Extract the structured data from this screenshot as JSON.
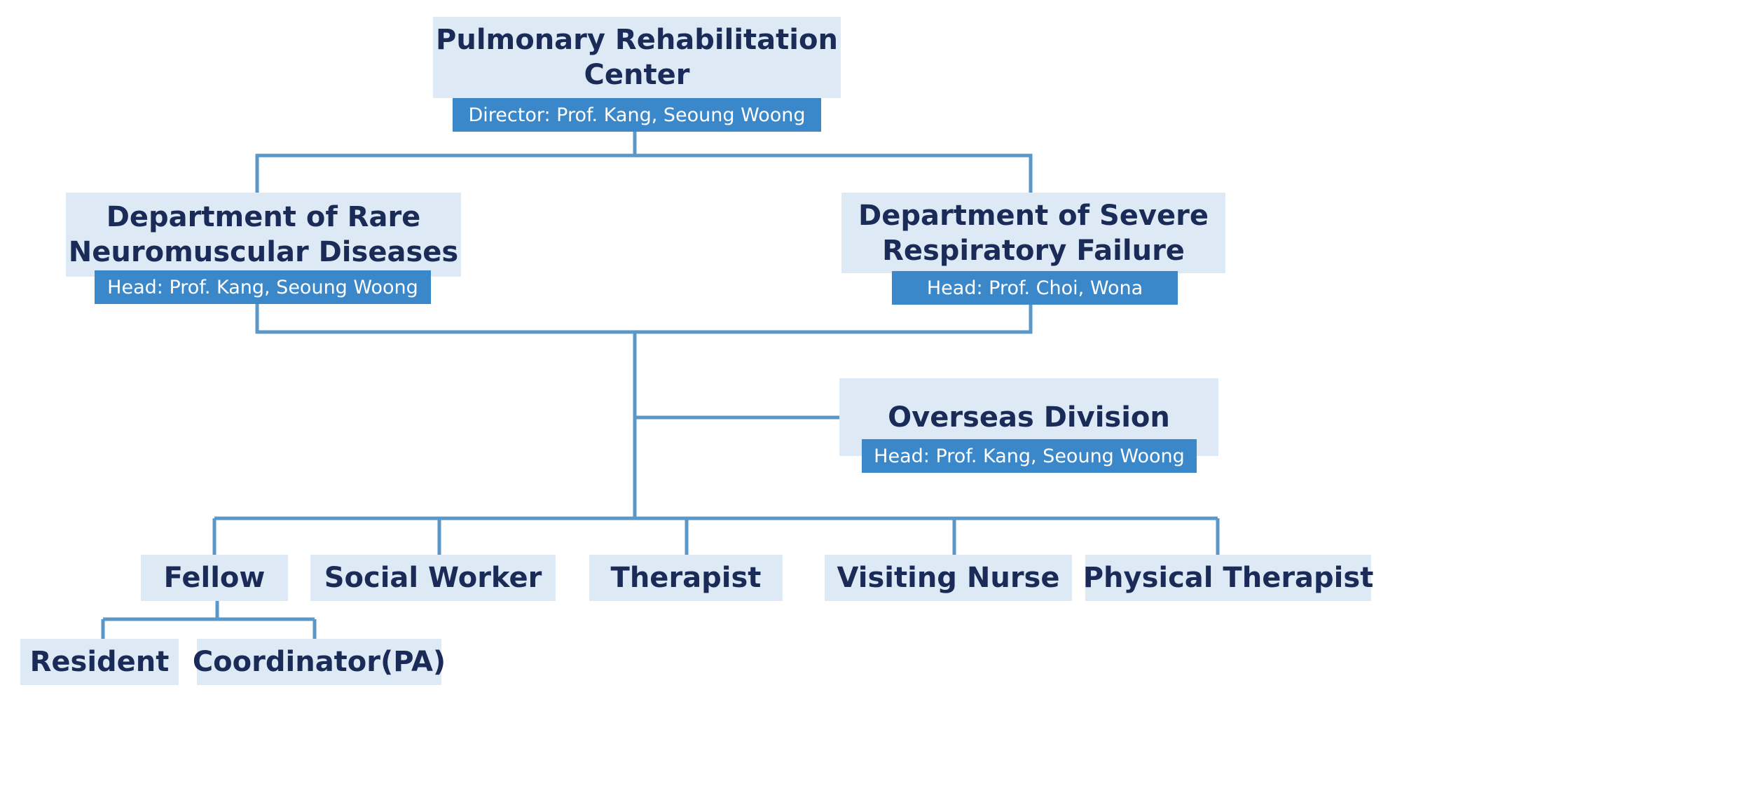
{
  "center": {
    "title": "Pulmonary Rehabilitation Center",
    "head": "Director: Prof. Kang, Seoung Woong"
  },
  "departments": [
    {
      "title": "Department of Rare Neuromuscular Diseases",
      "head": "Head: Prof. Kang, Seoung Woong"
    },
    {
      "title": "Department of Severe Respiratory Failure",
      "head": "Head: Prof. Choi, Wona"
    }
  ],
  "overseas": {
    "title": "Overseas Division",
    "head": "Head: Prof. Kang, Seoung Woong"
  },
  "staff": [
    "Fellow",
    "Social Worker",
    "Therapist",
    "Visiting Nurse",
    "Physical Therapist"
  ],
  "sub_staff": [
    "Resident",
    "Coordinator(PA)"
  ],
  "colors": {
    "box_fill": "#dde9f5",
    "tag_fill": "#3a87c9",
    "line": "#5b98c8",
    "text": "#1b2b58"
  }
}
